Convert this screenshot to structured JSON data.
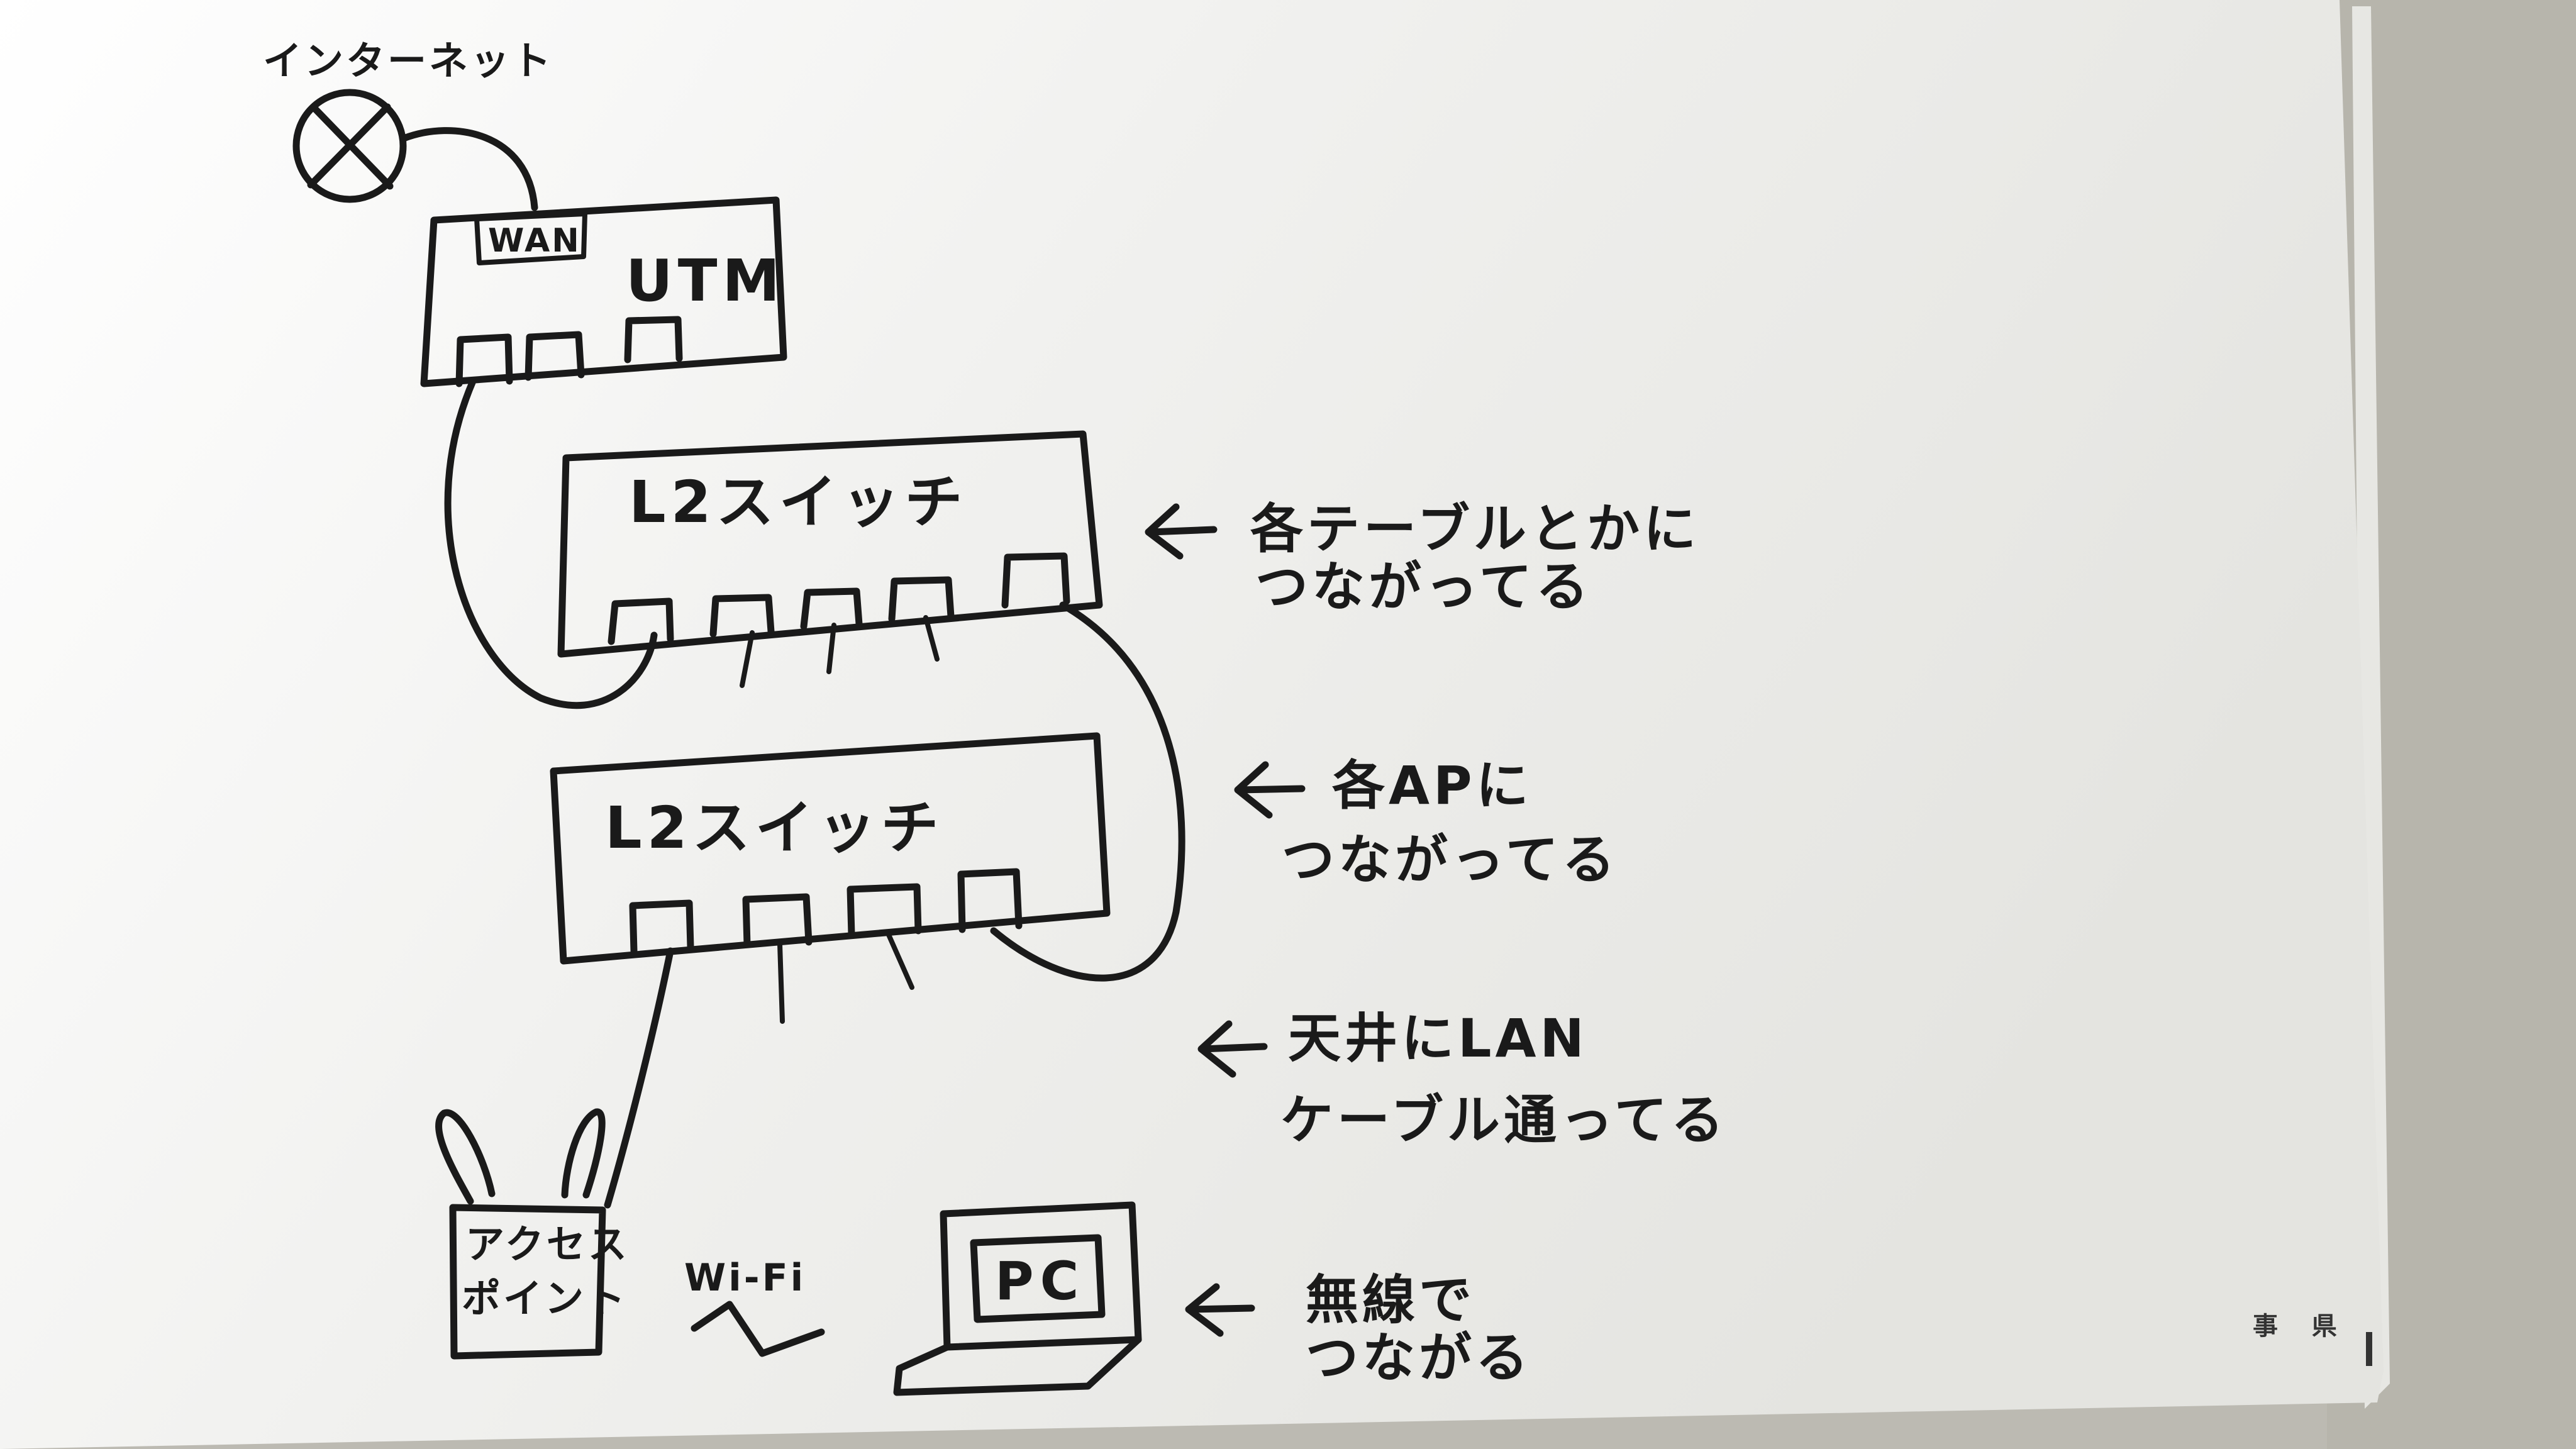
{
  "internet": {
    "label": "インターネット"
  },
  "utm": {
    "label": "UTM",
    "wan_label": "WAN"
  },
  "switch_top": {
    "label": "L2スイッチ"
  },
  "switch_bottom": {
    "label": "L2スイッチ"
  },
  "access_point": {
    "label_line1": "アクセス",
    "label_line2": "ポイント"
  },
  "wifi": {
    "label": "Wi-Fi"
  },
  "pc": {
    "label": "PC"
  },
  "notes": {
    "top_line1": "各テーブルとかに",
    "top_line2": "つながってる",
    "mid_line1": "各APに",
    "mid_line2": "つながってる",
    "ceiling_line1": "天井にLAN",
    "ceiling_line2": "ケーブル通ってる",
    "wireless_line1": "無線で",
    "wireless_line2": "つながる"
  },
  "corner_mark": "事 県"
}
